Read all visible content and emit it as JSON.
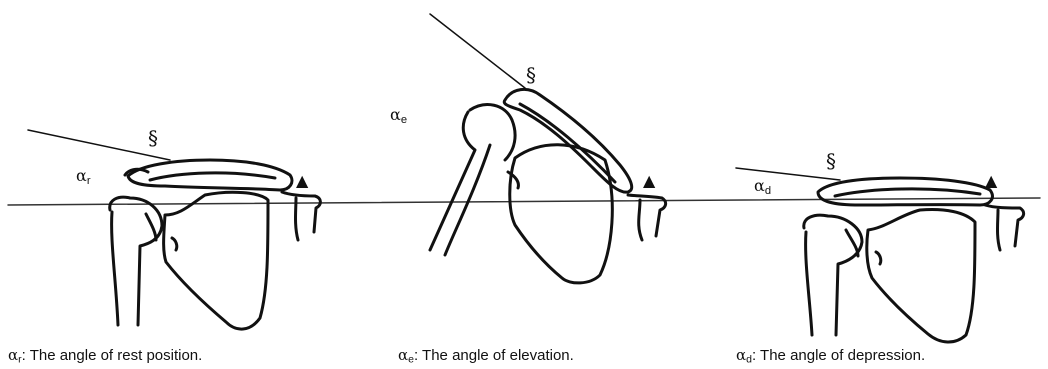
{
  "panels": [
    {
      "id": "rest",
      "angle_symbol": "α",
      "angle_subscript": "r",
      "caption_text": ": The angle of rest position.",
      "section_mark": "§",
      "acromion_mark": "▲"
    },
    {
      "id": "elevation",
      "angle_symbol": "α",
      "angle_subscript": "e",
      "caption_text": ": The angle of elevation.",
      "section_mark": "§",
      "acromion_mark": "▲"
    },
    {
      "id": "depression",
      "angle_symbol": "α",
      "angle_subscript": "d",
      "caption_text": ": The angle of depression.",
      "section_mark": "§",
      "acromion_mark": "▲"
    }
  ]
}
